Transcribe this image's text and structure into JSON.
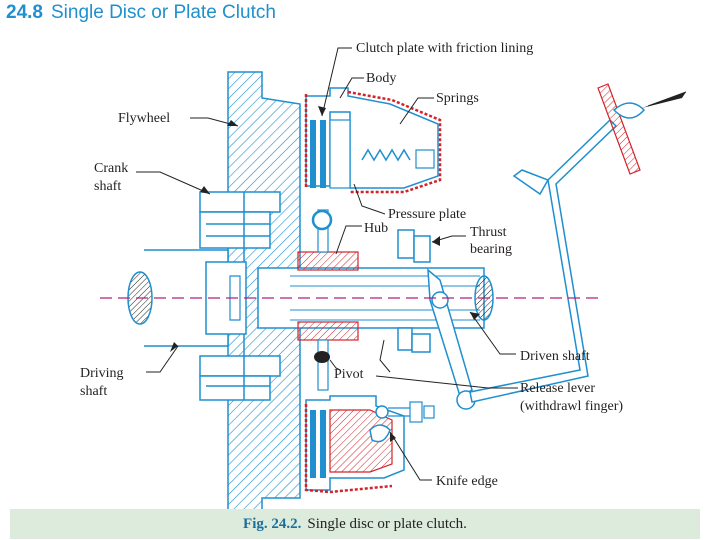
{
  "section": {
    "number": "24.8",
    "title": "Single Disc or Plate Clutch"
  },
  "labels": {
    "clutch_plate": "Clutch plate with friction lining",
    "body": "Body",
    "springs": "Springs",
    "flywheel": "Flywheel",
    "crank_shaft_1": "Crank",
    "crank_shaft_2": "shaft",
    "pressure_plate": "Pressure plate",
    "hub": "Hub",
    "thrust_bearing_1": "Thrust",
    "thrust_bearing_2": "bearing",
    "driving_shaft_1": "Driving",
    "driving_shaft_2": "shaft",
    "driven_shaft": "Driven shaft",
    "pivot": "Pivot",
    "release_lever_1": "Release lever",
    "release_lever_2": "(withdrawl finger)",
    "knife_edge": "Knife edge"
  },
  "caption": {
    "figure": "Fig. 24.2.",
    "text": "Single disc or plate clutch."
  },
  "colors": {
    "line": "#1f8fcf",
    "friction": "#d2232a",
    "label": "#231f20",
    "caption_bg": "#dcebdc",
    "axis": "#b2217a"
  }
}
